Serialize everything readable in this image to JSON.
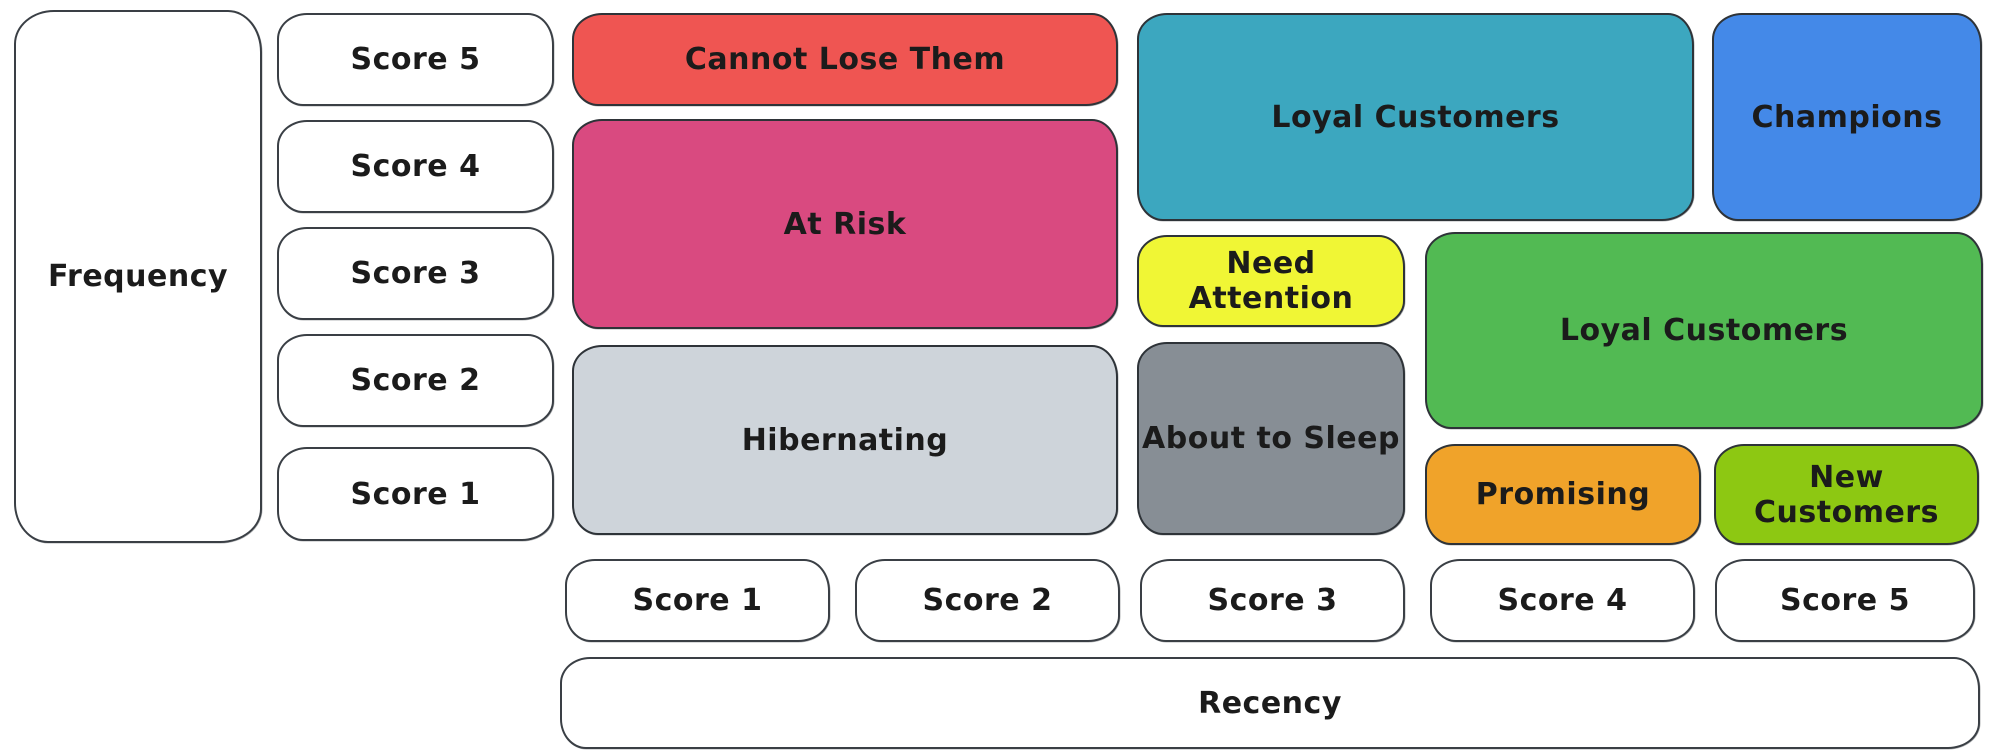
{
  "canvas": {
    "background": "#ffffff",
    "stroke_color": "#3a3f45",
    "text_color": "#1b1b1b"
  },
  "frequency_axis": {
    "label": "Frequency",
    "scores": [
      "Score 5",
      "Score 4",
      "Score 3",
      "Score 2",
      "Score 1"
    ]
  },
  "recency_axis": {
    "label": "Recency",
    "scores": [
      "Score 1",
      "Score 2",
      "Score 3",
      "Score 4",
      "Score 5"
    ]
  },
  "segments": [
    {
      "id": "cannot-lose-them",
      "label": "Cannot Lose Them",
      "color": "#ef5552"
    },
    {
      "id": "at-risk",
      "label": "At Risk",
      "color": "#d94a80"
    },
    {
      "id": "hibernating",
      "label": "Hibernating",
      "color": "#ced4da"
    },
    {
      "id": "loyal-customers-upper",
      "label": "Loyal Customers",
      "color": "#3ca7bf"
    },
    {
      "id": "champions",
      "label": "Champions",
      "color": "#4489e8"
    },
    {
      "id": "need-attention",
      "label": "Need Attention",
      "color": "#f0f635"
    },
    {
      "id": "about-to-sleep",
      "label": "About to Sleep",
      "color": "#878e95"
    },
    {
      "id": "loyal-customers-lower",
      "label": "Loyal Customers",
      "color": "#52ba53"
    },
    {
      "id": "promising",
      "label": "Promising",
      "color": "#f0a32a"
    },
    {
      "id": "new-customers",
      "label": "New Customers",
      "color": "#8dc812"
    }
  ]
}
